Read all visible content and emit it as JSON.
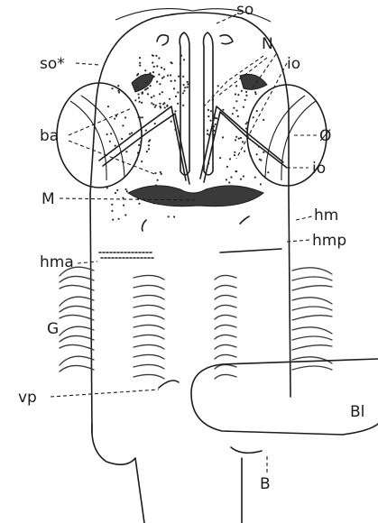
{
  "labels": {
    "so": "so",
    "so_star": "so*",
    "N": "N",
    "io_top": "io",
    "ba": "ba",
    "eye": "Ø",
    "io_bottom": "io",
    "M": "M",
    "hm": "hm",
    "hma": "hma",
    "hmp": "hmp",
    "G": "G",
    "vp": "vp",
    "Bl": "Bl",
    "B": "B"
  }
}
